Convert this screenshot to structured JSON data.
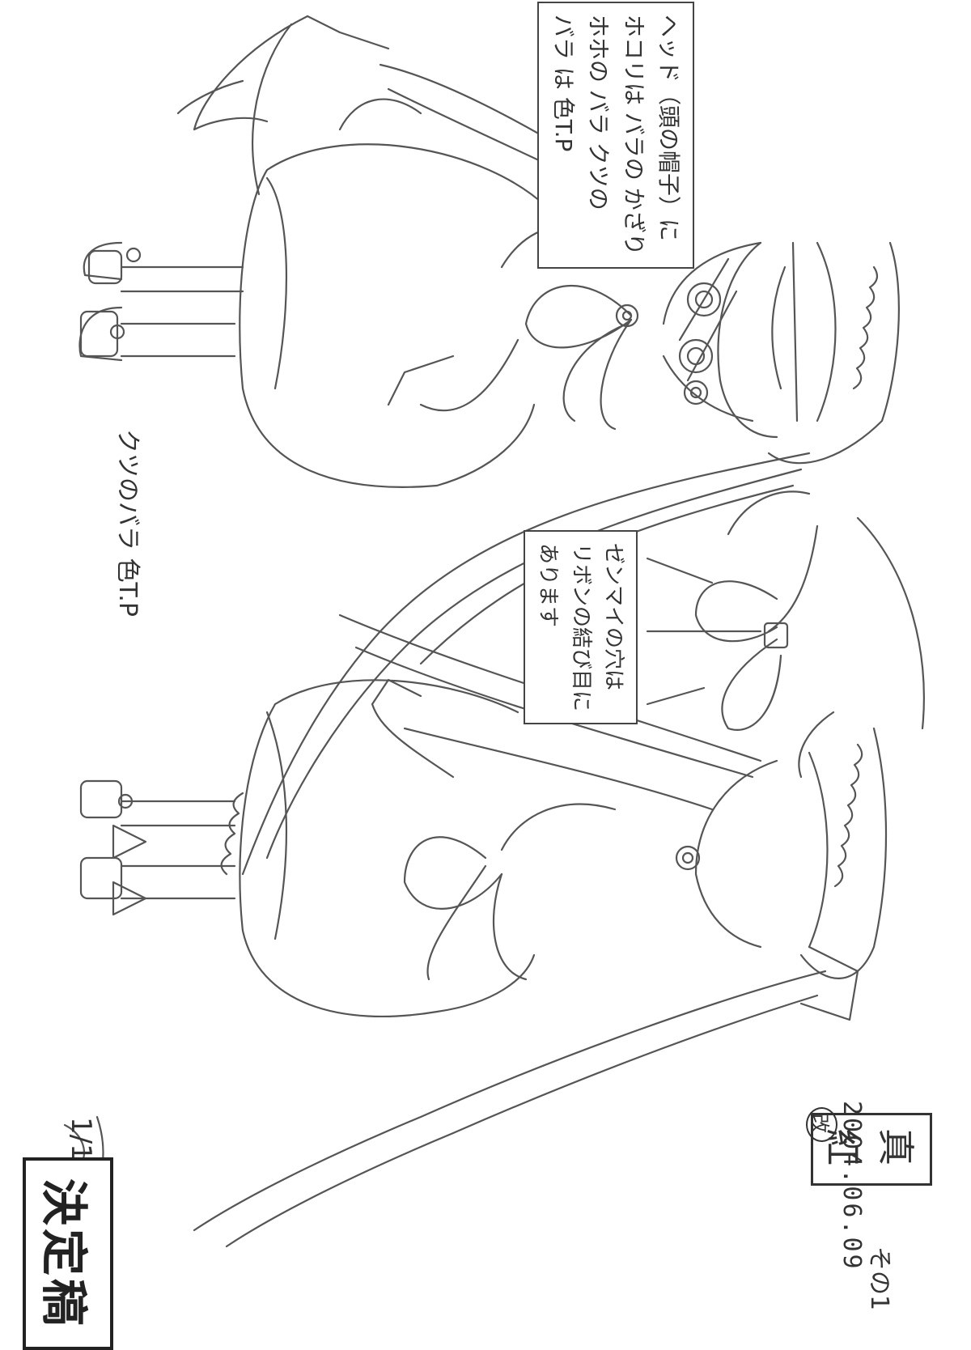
{
  "note_top": {
    "lines": [
      "ヘッド（頭の帽子）に",
      "ホコリは バラの かざり",
      "ホホの バラ クツの",
      "バラ は 色T.P"
    ]
  },
  "note_shoes": "クツのバラ 色T.P",
  "note_back": {
    "lines": [
      "ゼンマイの穴は",
      "リボンの結び目に",
      "あります"
    ]
  },
  "character_name": "真紅",
  "sheet_no": "その1",
  "date": "2004.06.09",
  "date_mark": "改",
  "page_mark": "1/1",
  "stamp": "決定稿"
}
